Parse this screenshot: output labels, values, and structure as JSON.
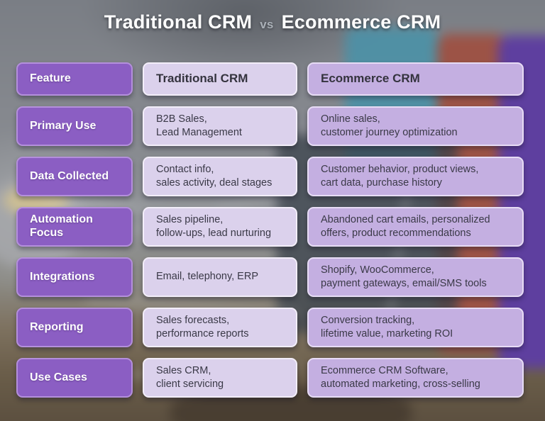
{
  "title": {
    "left": "Traditional CRM",
    "vs": "vs",
    "right": "Ecommerce CRM"
  },
  "table": {
    "header": {
      "feature": "Feature",
      "traditional": "Traditional CRM",
      "ecommerce": "Ecommerce CRM"
    },
    "rows": [
      {
        "feature": "Primary Use",
        "traditional": [
          "B2B Sales,",
          "Lead Management"
        ],
        "ecommerce": [
          "Online sales,",
          "customer journey optimization"
        ]
      },
      {
        "feature": "Data Collected",
        "traditional": [
          "Contact info,",
          "sales activity, deal stages"
        ],
        "ecommerce": [
          "Customer behavior, product views,",
          "cart data, purchase history"
        ]
      },
      {
        "feature": "Automation Focus",
        "traditional": [
          "Sales pipeline,",
          "follow-ups, lead nurturing"
        ],
        "ecommerce": [
          "Abandoned cart emails, personalized",
          "offers, product recommendations"
        ]
      },
      {
        "feature": "Integrations",
        "traditional": [
          "Email, telephony, ERP"
        ],
        "ecommerce": [
          "Shopify, WooCommerce,",
          "payment gateways, email/SMS tools"
        ]
      },
      {
        "feature": "Reporting",
        "traditional": [
          "Sales forecasts,",
          "performance reports"
        ],
        "ecommerce": [
          "Conversion tracking,",
          "lifetime value, marketing ROI"
        ]
      },
      {
        "feature": "Use Cases",
        "traditional": [
          "Sales CRM,",
          "client servicing"
        ],
        "ecommerce": [
          "Ecommerce CRM Software,",
          "automated marketing, cross-selling"
        ]
      }
    ]
  },
  "colors": {
    "feature_cell": "#8b5ec3",
    "feature_border": "#b48fdc",
    "traditional_cell": "#dbd1ec",
    "traditional_border": "#f3eef9",
    "ecommerce_cell": "#c4afe1",
    "ecommerce_border": "#e7dcf5",
    "cell_text": "#3a3947",
    "title_text": "#ffffff",
    "vs_text": "#aab0b7"
  }
}
